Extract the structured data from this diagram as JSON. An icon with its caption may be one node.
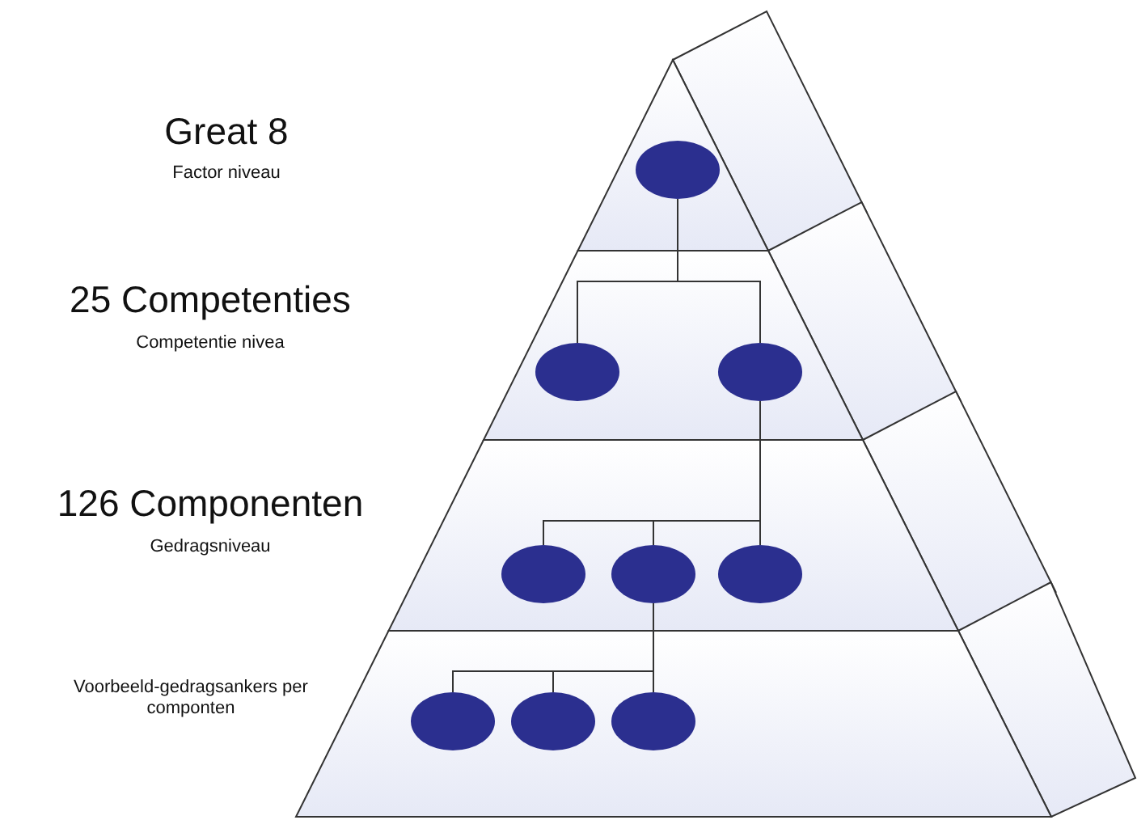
{
  "diagram": {
    "nodes": [
      {
        "text": [],
        "shape": "ellipse"
      },
      {
        "text": [],
        "shape": "ellipse"
      },
      {
        "text": [],
        "shape": "ellipse"
      },
      {
        "text": [],
        "shape": "ellipse"
      },
      {
        "text": [],
        "shape": "ellipse"
      },
      {
        "text": [],
        "shape": "ellipse"
      },
      {
        "text": [],
        "shape": "ellipse"
      },
      {
        "text": [],
        "shape": "ellipse"
      },
      {
        "text": [],
        "shape": "ellipse"
      }
    ],
    "edges": [
      {
        "from": 0,
        "to": 1,
        "arrow": "none"
      },
      {
        "from": 0,
        "to": 2,
        "arrow": "none"
      },
      {
        "from": 2,
        "to": 3,
        "arrow": "none"
      },
      {
        "from": 2,
        "to": 4,
        "arrow": "none"
      },
      {
        "from": 2,
        "to": 5,
        "arrow": "none"
      },
      {
        "from": 4,
        "to": 6,
        "arrow": "none"
      },
      {
        "from": 4,
        "to": 7,
        "arrow": "none"
      },
      {
        "from": 4,
        "to": 8,
        "arrow": "none"
      }
    ],
    "labels": [
      "Great 8",
      "Factor niveau",
      "25 Competenties",
      "Competentie nivea",
      "126 Componenten",
      "Gedragsniveau",
      "Voorbeeld-gedragsankers per componten"
    ]
  }
}
